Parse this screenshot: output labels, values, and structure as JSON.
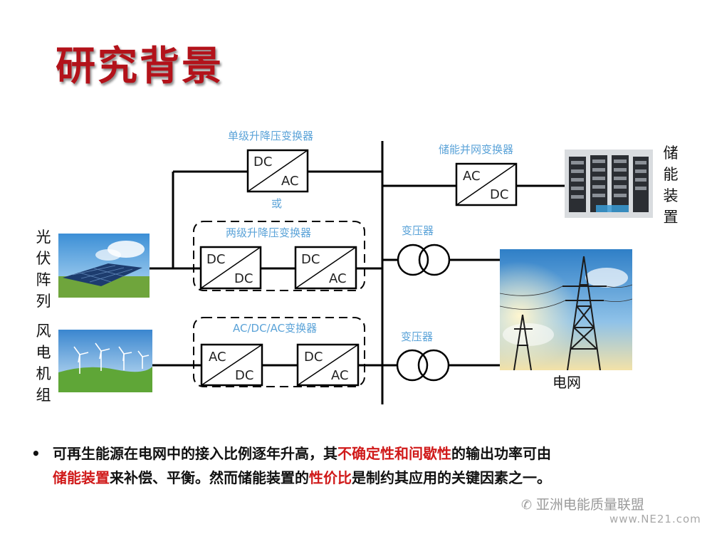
{
  "title": "研究背景",
  "sources": {
    "pv": "光伏阵列",
    "wind": "风电机组"
  },
  "converters": {
    "single_stage": {
      "label": "单级升降压变换器",
      "top": "DC",
      "bottom": "AC"
    },
    "or": "或",
    "two_stage": {
      "label": "两级升降压变换器",
      "stage1": {
        "top": "DC",
        "bottom": "DC"
      },
      "stage2": {
        "top": "DC",
        "bottom": "AC"
      }
    },
    "ac_dc_ac": {
      "label": "AC/DC/AC变换器",
      "stage1": {
        "top": "AC",
        "bottom": "DC"
      },
      "stage2": {
        "top": "DC",
        "bottom": "AC"
      }
    },
    "storage_grid": {
      "label": "储能并网变换器",
      "top": "AC",
      "bottom": "DC"
    }
  },
  "transformers": {
    "upper_label": "变压器",
    "lower_label": "变压器"
  },
  "storage": {
    "label": "储能装置"
  },
  "grid": {
    "label": "电网"
  },
  "bullet": {
    "marker": "•",
    "seg1": "可再生能源在电网中的接入比例逐年升高，其",
    "seg2_hl": "不确定性和间歇性",
    "seg3": "的输出功率可由",
    "seg4_hl": "储能装置",
    "seg5": "来补偿、平衡。然而储能装置的",
    "seg6_hl": "性价比",
    "seg7": "是制约其应用的关键因素之一。"
  },
  "watermark": {
    "line1": "亚洲电能质量联盟",
    "line2": "www.NE21.com"
  },
  "colors": {
    "title": "#b3121a",
    "label_blue": "#5ba3d8",
    "highlight_red": "#d01a1a",
    "line": "#000000"
  }
}
